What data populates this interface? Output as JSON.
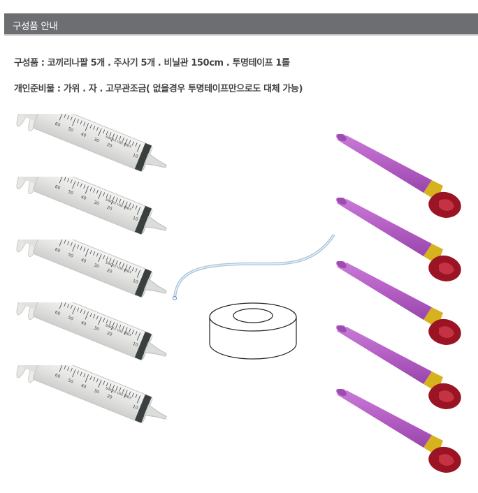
{
  "header": {
    "title": "구성품 안내",
    "bg_color": "#6d6e71"
  },
  "content": {
    "components_line": "구성품 : 코끼리나팔 5개 . 주사기 5개 . 비닐관 150cm . 투명테이프 1롤",
    "personal_items_line": "개인준비물 : 가위 . 자 . 고무관조금( 없을경우 투명테이프만으로도 대체 가능)"
  },
  "images": {
    "syringes": {
      "count": 5,
      "label_text": "SINGLE USE ONLY",
      "scale_marks": [
        "60",
        "50",
        "40",
        "30",
        "20",
        "10"
      ],
      "unit": "ml/cc"
    },
    "tube": {
      "description": "clear vinyl tube"
    },
    "tape": {
      "description": "tape roll line drawing"
    },
    "party_blowers": {
      "count": 5,
      "tube_color": "#b45ec4",
      "band_color": "#d6b21e",
      "foil_color": "#9a1424"
    }
  }
}
